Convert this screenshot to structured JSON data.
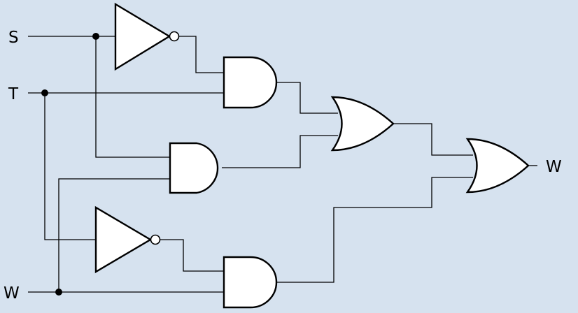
{
  "diagram": {
    "type": "logic-circuit",
    "background": "#d6e2ef",
    "inputs": [
      {
        "id": "input-s",
        "label": "S"
      },
      {
        "id": "input-t",
        "label": "T"
      },
      {
        "id": "input-w",
        "label": "W"
      }
    ],
    "output": {
      "id": "output-w",
      "label": "W"
    },
    "gates": [
      {
        "id": "not-gate-1",
        "kind": "NOT",
        "in": [
          "S"
        ]
      },
      {
        "id": "and-gate-1",
        "kind": "AND",
        "in": [
          "not-gate-1",
          "T"
        ]
      },
      {
        "id": "and-gate-2",
        "kind": "AND",
        "in": [
          "S",
          "W"
        ]
      },
      {
        "id": "or-gate-1",
        "kind": "OR",
        "in": [
          "and-gate-1",
          "and-gate-2"
        ]
      },
      {
        "id": "not-gate-2",
        "kind": "NOT",
        "in": [
          "T"
        ]
      },
      {
        "id": "and-gate-3",
        "kind": "AND",
        "in": [
          "not-gate-2",
          "W"
        ]
      },
      {
        "id": "or-gate-2",
        "kind": "OR",
        "in": [
          "or-gate-1",
          "and-gate-3"
        ]
      }
    ]
  }
}
